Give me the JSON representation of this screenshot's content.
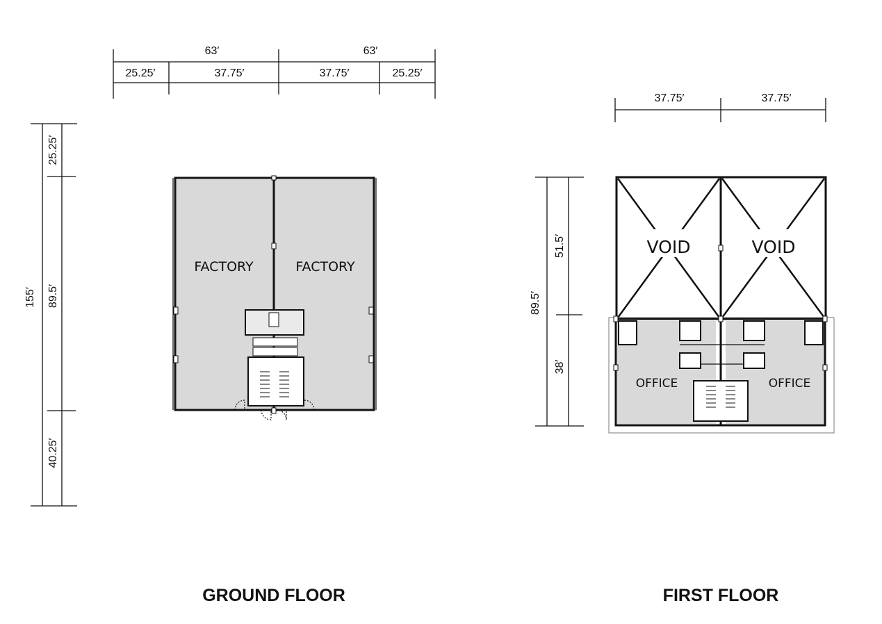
{
  "ground_floor": {
    "title": "GROUND FLOOR",
    "top_dims": {
      "left_total": "63′",
      "right_total": "63′",
      "seg1": "25.25′",
      "seg2": "37.75′",
      "seg3": "37.75′",
      "seg4": "25.25′"
    },
    "side_dims": {
      "total": "155′",
      "top": "25.25′",
      "middle": "89.5′",
      "bottom": "40.25′"
    },
    "rooms": {
      "left": "FACTORY",
      "right": "FACTORY"
    }
  },
  "first_floor": {
    "title": "FIRST FLOOR",
    "top_dims": {
      "left": "37.75′",
      "right": "37.75′"
    },
    "side_dims": {
      "total": "89.5′",
      "upper": "51.5′",
      "lower": "38′"
    },
    "rooms": {
      "void_left": "VOID",
      "void_right": "VOID",
      "office_left": "OFFICE",
      "office_right": "OFFICE"
    }
  }
}
